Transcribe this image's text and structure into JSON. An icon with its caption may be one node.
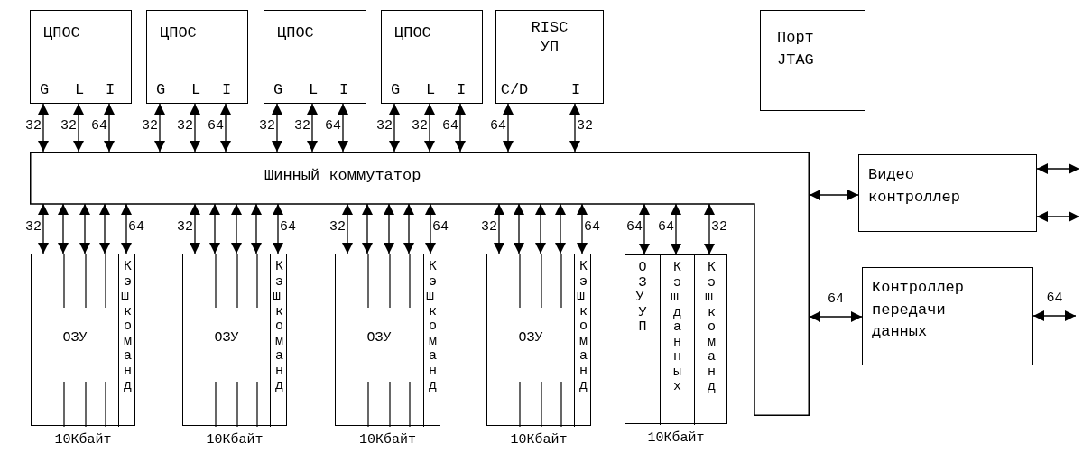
{
  "diagram": {
    "nodes": [
      {
        "text": [
          "ЦПОС",
          "G",
          "L",
          "I"
        ]
      },
      {
        "text": [
          "ЦПОС",
          "G",
          "L",
          "I"
        ]
      },
      {
        "text": [
          "ЦПОС",
          "G",
          "L",
          "I"
        ]
      },
      {
        "text": [
          "ЦПОС",
          "G",
          "L",
          "I"
        ]
      },
      {
        "text": [
          "RISC УП",
          "C/D",
          "I"
        ]
      },
      {
        "text": [
          "Порт JTAG"
        ]
      },
      {
        "text": [
          "Шинный коммутатор"
        ]
      },
      {
        "text": [
          "Видео контроллер"
        ]
      },
      {
        "text": [
          "Контроллер передачи данных"
        ]
      },
      {
        "text": [
          "ОЗУ"
        ],
        "beside": [
          "10Кбайт"
        ]
      },
      {
        "text": [
          "Кэш команд"
        ],
        "in": 9
      },
      {
        "text": [
          "ОЗУ"
        ],
        "beside": [
          "10Кбайт"
        ]
      },
      {
        "text": [
          "Кэш команд"
        ],
        "in": 11
      },
      {
        "text": [
          "ОЗУ"
        ],
        "beside": [
          "10Кбайт"
        ]
      },
      {
        "text": [
          "Кэш команд"
        ],
        "in": 13
      },
      {
        "text": [
          "ОЗУ"
        ],
        "beside": [
          "10Кбайт"
        ]
      },
      {
        "text": [
          "Кэш команд"
        ],
        "in": 15
      },
      {
        "text": [],
        "shape": "box",
        "beside": [
          "10Кбайт"
        ]
      },
      {
        "text": [
          "ОЗУ УП"
        ],
        "in": 17
      },
      {
        "text": [
          "Кэш данных"
        ],
        "in": 17
      },
      {
        "text": [
          "Кэш команд"
        ],
        "in": 17
      }
    ],
    "edges": [
      {
        "from": 0,
        "to": 6,
        "arrow": "both",
        "label": "32"
      },
      {
        "from": 0,
        "to": 6,
        "arrow": "both",
        "label": "32"
      },
      {
        "from": 0,
        "to": 6,
        "arrow": "both",
        "label": "64"
      },
      {
        "from": 1,
        "to": 6,
        "arrow": "both",
        "label": "32"
      },
      {
        "from": 1,
        "to": 6,
        "arrow": "both",
        "label": "32"
      },
      {
        "from": 1,
        "to": 6,
        "arrow": "both",
        "label": "64"
      },
      {
        "from": 2,
        "to": 6,
        "arrow": "both",
        "label": "32"
      },
      {
        "from": 2,
        "to": 6,
        "arrow": "both",
        "label": "32"
      },
      {
        "from": 2,
        "to": 6,
        "arrow": "both",
        "label": "64"
      },
      {
        "from": 3,
        "to": 6,
        "arrow": "both",
        "label": "32"
      },
      {
        "from": 3,
        "to": 6,
        "arrow": "both",
        "label": "32"
      },
      {
        "from": 3,
        "to": 6,
        "arrow": "both",
        "label": "64"
      },
      {
        "from": 4,
        "to": 6,
        "arrow": "both",
        "label": "64"
      },
      {
        "from": 4,
        "to": 6,
        "arrow": "both",
        "label": "32"
      },
      {
        "from": 6,
        "to": 9,
        "arrow": "both",
        "label": "32"
      },
      {
        "from": 6,
        "to": 9,
        "arrow": "both"
      },
      {
        "from": 6,
        "to": 9,
        "arrow": "both"
      },
      {
        "from": 6,
        "to": 9,
        "arrow": "both"
      },
      {
        "from": 6,
        "to": 10,
        "arrow": "both",
        "label": "64"
      },
      {
        "from": 6,
        "to": 11,
        "arrow": "both",
        "label": "32"
      },
      {
        "from": 6,
        "to": 11,
        "arrow": "both"
      },
      {
        "from": 6,
        "to": 11,
        "arrow": "both"
      },
      {
        "from": 6,
        "to": 11,
        "arrow": "both"
      },
      {
        "from": 6,
        "to": 12,
        "arrow": "both",
        "label": "64"
      },
      {
        "from": 6,
        "to": 13,
        "arrow": "both",
        "label": "32"
      },
      {
        "from": 6,
        "to": 13,
        "arrow": "both"
      },
      {
        "from": 6,
        "to": 13,
        "arrow": "both"
      },
      {
        "from": 6,
        "to": 13,
        "arrow": "both"
      },
      {
        "from": 6,
        "to": 14,
        "arrow": "both",
        "label": "64"
      },
      {
        "from": 6,
        "to": 15,
        "arrow": "both",
        "label": "32"
      },
      {
        "from": 6,
        "to": 15,
        "arrow": "both"
      },
      {
        "from": 6,
        "to": 15,
        "arrow": "both"
      },
      {
        "from": 6,
        "to": 15,
        "arrow": "both"
      },
      {
        "from": 6,
        "to": 16,
        "arrow": "both",
        "label": "64"
      },
      {
        "from": 6,
        "to": 18,
        "arrow": "both",
        "label": "64"
      },
      {
        "from": 6,
        "to": 19,
        "arrow": "both",
        "label": "64"
      },
      {
        "from": 6,
        "to": 20,
        "arrow": "both",
        "label": "32"
      },
      {
        "from": 6,
        "to": 7,
        "arrow": "both"
      },
      {
        "from": 6,
        "to": 8,
        "arrow": "both",
        "label": "64"
      },
      {
        "from": 7,
        "to": null,
        "arrow": "both"
      },
      {
        "from": 7,
        "to": null,
        "arrow": "both"
      },
      {
        "from": 8,
        "to": null,
        "arrow": "both",
        "label": "64"
      }
    ]
  }
}
